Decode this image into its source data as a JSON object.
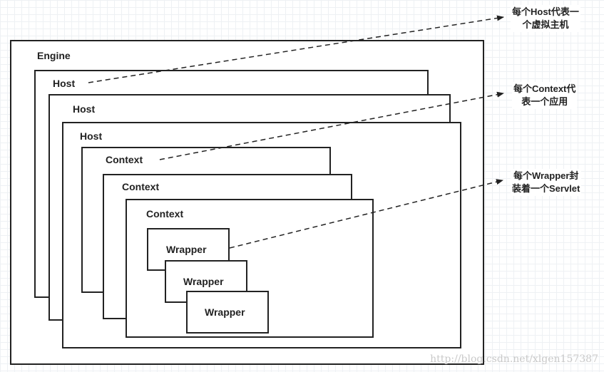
{
  "diagram": {
    "engine_label": "Engine",
    "host_labels": [
      "Host",
      "Host",
      "Host"
    ],
    "context_labels": [
      "Context",
      "Context",
      "Context"
    ],
    "wrapper_labels": [
      "Wrapper",
      "Wrapper",
      "Wrapper"
    ]
  },
  "annotations": {
    "host_note_line1": "每个Host代表一",
    "host_note_line2": "个虚拟主机",
    "context_note_line1": "每个Context代",
    "context_note_line2": "表一个应用",
    "wrapper_note_line1": "每个Wrapper封",
    "wrapper_note_line2": "装着一个Servlet"
  },
  "watermark": "http://blog.csdn.net/xlgen157387",
  "colors": {
    "line": "#222222",
    "grid": "#eef1f4",
    "watermark": "#c9c9c9"
  }
}
